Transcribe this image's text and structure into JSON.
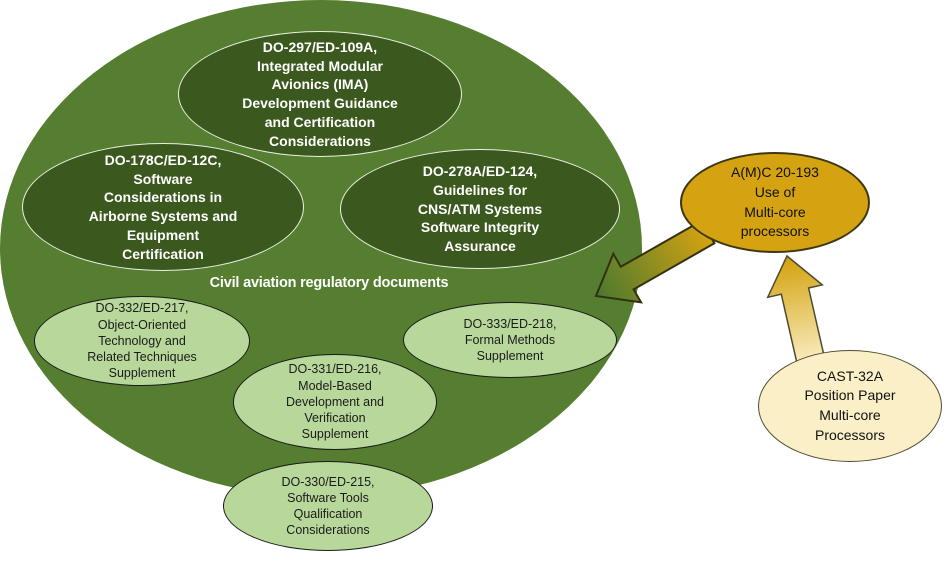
{
  "diagram": {
    "container": {
      "label": "Civil aviation regulatory documents"
    },
    "nodes": {
      "do297": {
        "label": "DO-297/ED-109A,\nIntegrated Modular\nAvionics (IMA)\nDevelopment Guidance\nand Certification\nConsiderations"
      },
      "do178c": {
        "label": "DO-178C/ED-12C,\nSoftware\nConsiderations in\nAirborne Systems and\nEquipment\nCertification"
      },
      "do278a": {
        "label": "DO-278A/ED-124,\nGuidelines for\nCNS/ATM Systems\nSoftware Integrity\nAssurance"
      },
      "do332": {
        "label": "DO-332/ED-217,\nObject-Oriented\nTechnology and\nRelated Techniques\nSupplement"
      },
      "do331": {
        "label": "DO-331/ED-216,\nModel-Based\nDevelopment and\nVerification\nSupplement"
      },
      "do333": {
        "label": "DO-333/ED-218,\nFormal Methods\nSupplement"
      },
      "do330": {
        "label": "DO-330/ED-215,\nSoftware Tools\nQualification\nConsiderations"
      },
      "amc20_193": {
        "label": "A(M)C 20-193\nUse of\nMulti-core\nprocessors"
      },
      "cast32a": {
        "label": "CAST-32A\nPosition Paper\nMulti-core\nProcessors"
      }
    },
    "arrows": [
      {
        "from": "A(M)C 20-193",
        "to": "Civil aviation regulatory documents"
      },
      {
        "from": "CAST-32A",
        "to": "A(M)C 20-193"
      }
    ],
    "colors": {
      "background": "#FFFFFF",
      "big_circle_green": "#557E30",
      "dark_node_green": "#3B591E",
      "dark_node_border": "#E9EFE2",
      "light_node_green": "#B8D89B",
      "light_node_border": "#1A1A1A",
      "gold_node": "#D5A311",
      "cream_node": "#FAEFC6",
      "arrow_gradient_gold": "#D5A311",
      "arrow_gradient_green": "#4F7A2E",
      "arrow_gradient_cream": "#FAEFC6",
      "dark_text": "#111111",
      "light_text": "#FFFFFF"
    }
  }
}
